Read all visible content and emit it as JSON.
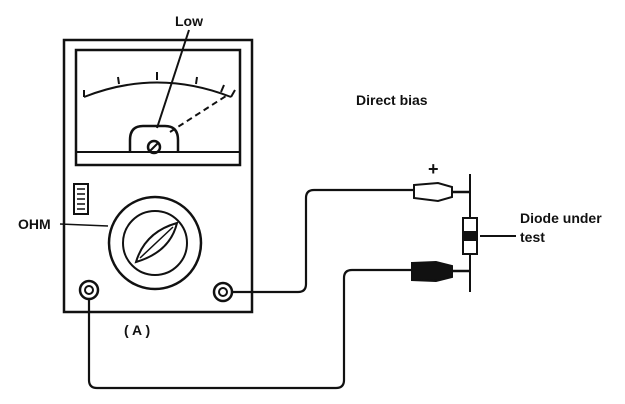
{
  "labels": {
    "needle_low": "Low",
    "bias_mode": "Direct bias",
    "meter_mode": "OHM",
    "polarity_plus": "+",
    "component_line1": "Diode under",
    "component_line2": "test",
    "figure_tag": "( A )"
  },
  "colors": {
    "ink": "#111111",
    "paper": "#ffffff"
  }
}
